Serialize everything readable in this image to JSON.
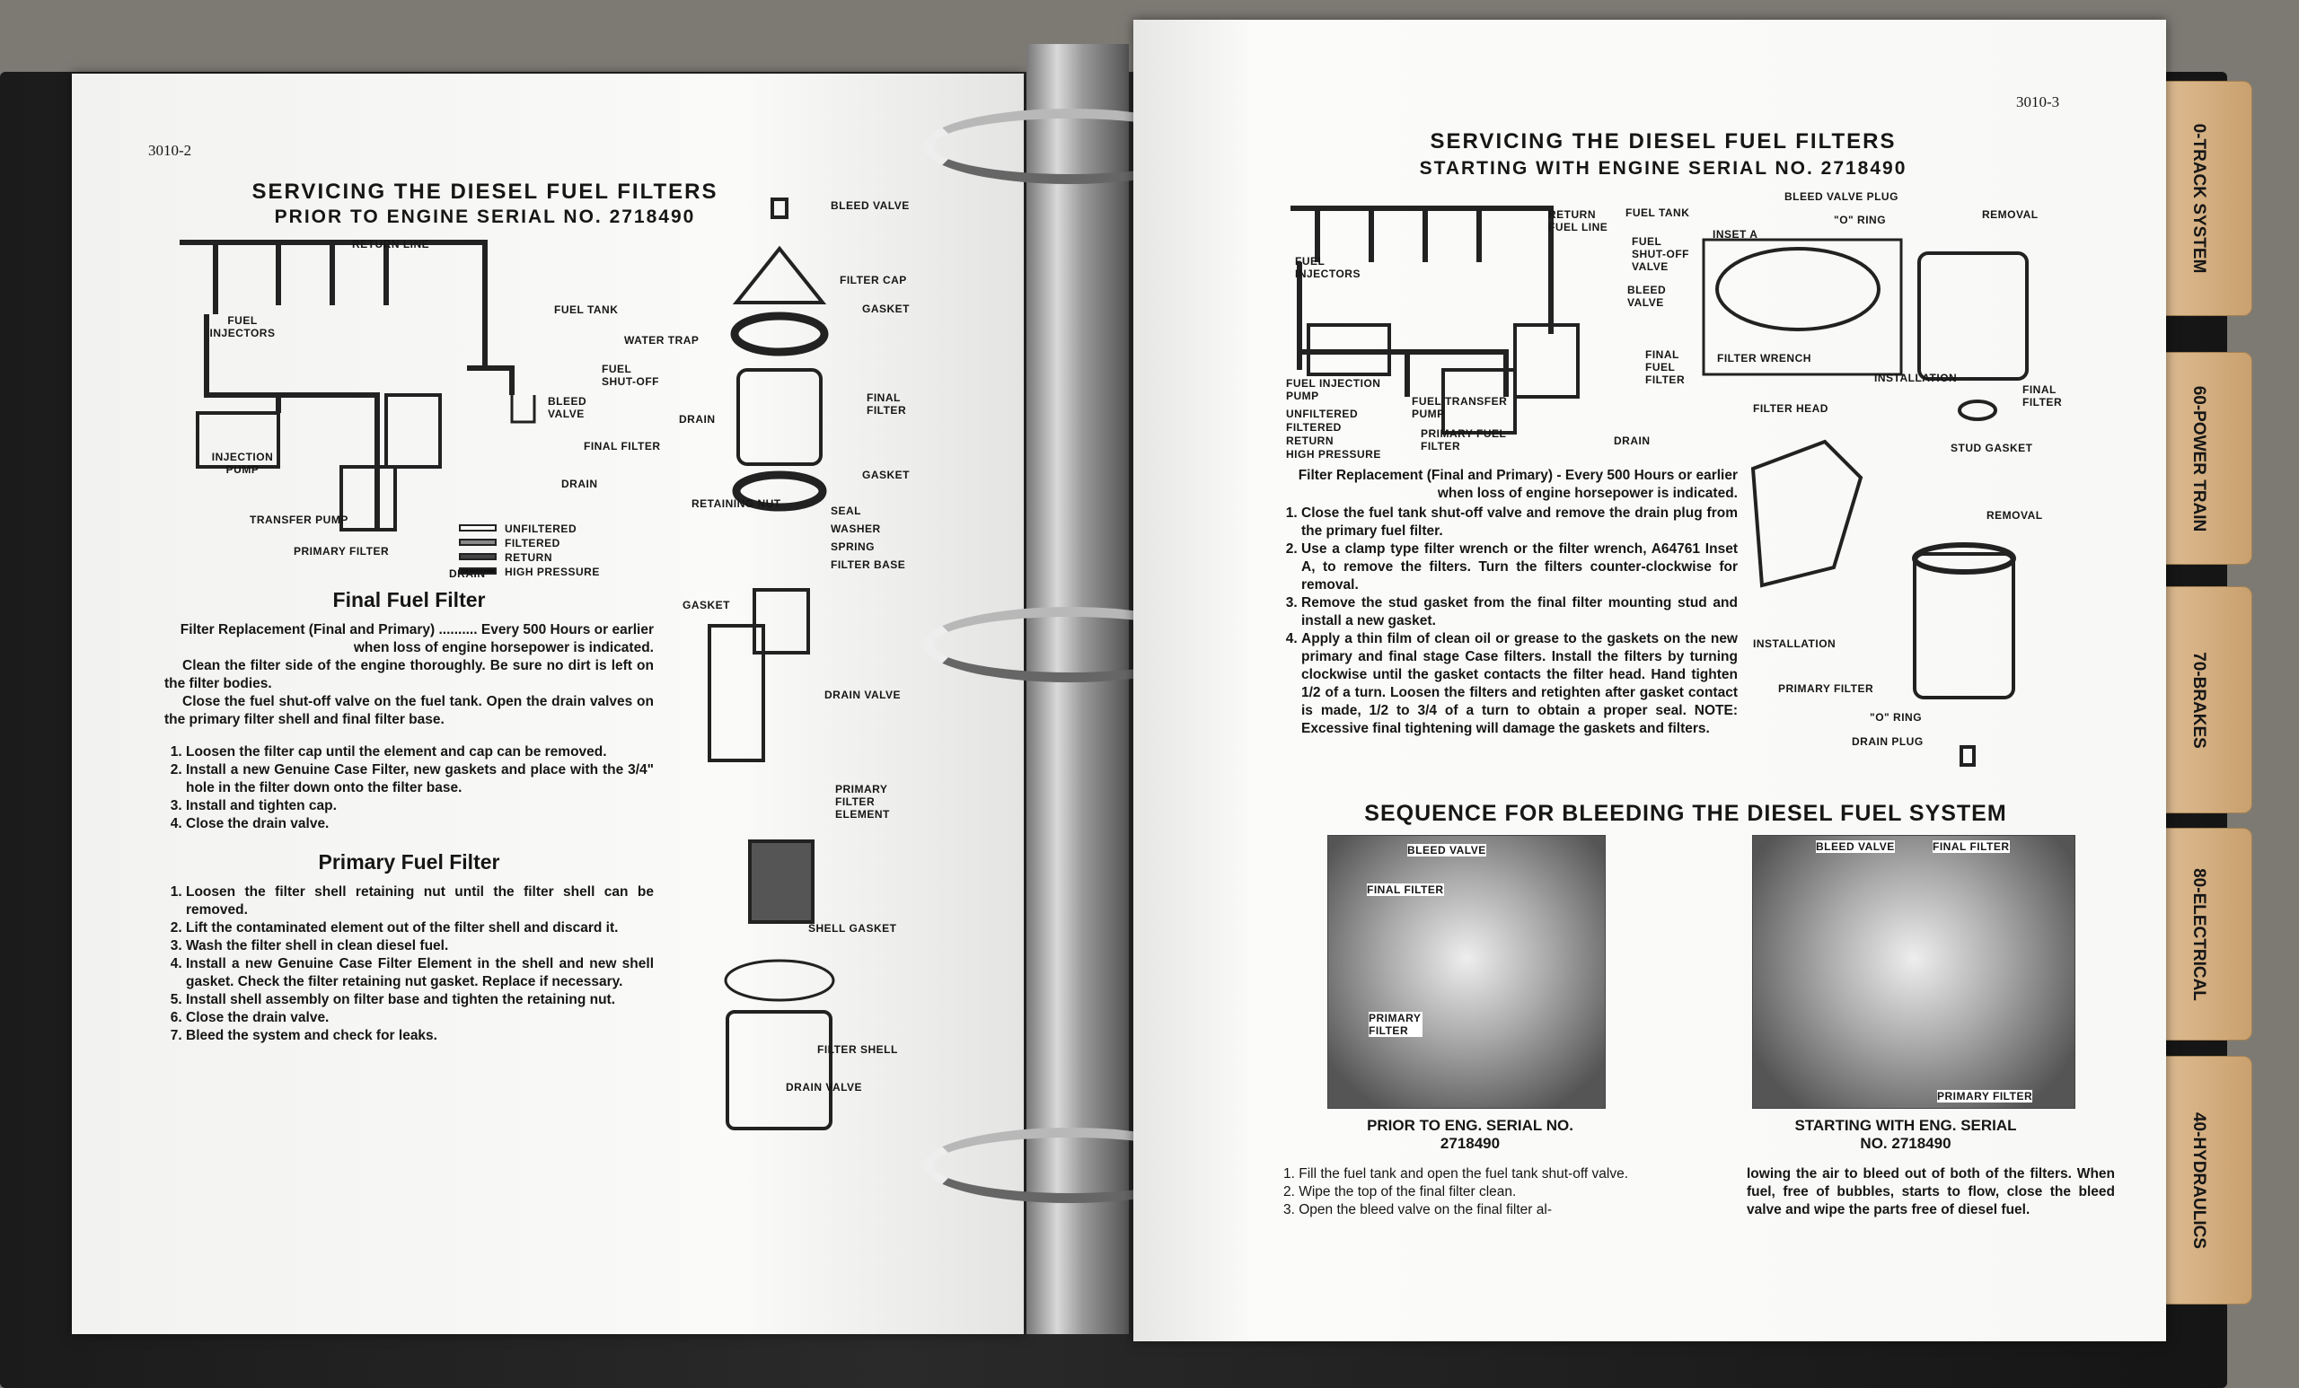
{
  "left_page": {
    "page_number": "3010-2",
    "title": "SERVICING THE DIESEL FUEL FILTERS",
    "subtitle": "PRIOR TO ENGINE SERIAL NO. 2718490",
    "diagram_labels": [
      "RETURN LINE",
      "FUEL INJECTORS",
      "FUEL TANK",
      "WATER TRAP",
      "FUEL SHUT-OFF",
      "BLEED VALVE",
      "DRAIN",
      "INJECTION PUMP",
      "FINAL FILTER",
      "DRAIN",
      "TRANSFER PUMP",
      "PRIMARY FILTER",
      "DRAIN"
    ],
    "legend": [
      "UNFILTERED",
      "FILTERED",
      "RETURN",
      "HIGH PRESSURE"
    ],
    "parts_labels": [
      "BLEED VALVE",
      "FILTER CAP",
      "GASKET",
      "FINAL FILTER",
      "GASKET",
      "RETAINING NUT",
      "SEAL",
      "WASHER",
      "SPRING",
      "FILTER BASE",
      "GASKET",
      "DRAIN VALVE",
      "PRIMARY FILTER ELEMENT",
      "SHELL GASKET",
      "FILTER SHELL",
      "DRAIN VALVE"
    ],
    "final_heading": "Final Fuel Filter",
    "final_intro": [
      "Filter Replacement (Final and Primary) .......... Every 500 Hours or earlier when loss of engine horsepower is indicated.",
      "Clean the filter side of the engine thoroughly. Be sure no dirt is left on the filter bodies.",
      "Close the fuel shut-off valve on the fuel tank. Open the drain valves on the primary filter shell and final filter base."
    ],
    "final_steps": [
      "Loosen the filter cap until the element and cap can be removed.",
      "Install a new Genuine Case Filter, new gaskets and place with the 3/4\" hole in the filter down onto the filter base.",
      "Install and tighten cap.",
      "Close the drain valve."
    ],
    "primary_heading": "Primary Fuel Filter",
    "primary_steps": [
      "Loosen the filter shell retaining nut until the filter shell can be removed.",
      "Lift the contaminated element out of the filter shell and discard it.",
      "Wash the filter shell in clean diesel fuel.",
      "Install a new Genuine Case Filter Element in the shell and new shell gasket. Check the filter retaining nut gasket. Replace if necessary.",
      "Install shell assembly on filter base and tighten the retaining nut.",
      "Close the drain valve.",
      "Bleed the system and check for leaks."
    ]
  },
  "right_page": {
    "page_number": "3010-3",
    "title": "SERVICING THE DIESEL FUEL FILTERS",
    "subtitle": "STARTING WITH ENGINE SERIAL NO. 2718490",
    "diagram_labels": [
      "FUEL TANK",
      "RETURN FUEL LINE",
      "FUEL SHUT-OFF VALVE",
      "BLEED VALVE",
      "FUEL INJECTORS",
      "FUEL INJECTION PUMP",
      "FUEL TRANSFER PUMP",
      "PRIMARY FUEL FILTER",
      "FINAL FUEL FILTER",
      "DRAIN"
    ],
    "legend": [
      "UNFILTERED",
      "FILTERED",
      "RETURN",
      "HIGH PRESSURE"
    ],
    "figure_labels": [
      "BLEED VALVE PLUG",
      "\"O\" RING",
      "REMOVAL",
      "INSET A",
      "FILTER WRENCH",
      "INSTALLATION",
      "FINAL FILTER",
      "FILTER HEAD",
      "STUD GASKET",
      "REMOVAL",
      "INSTALLATION",
      "PRIMARY FILTER",
      "\"O\" RING",
      "DRAIN PLUG"
    ],
    "intro": "Filter Replacement (Final and Primary) - Every 500 Hours or earlier when loss of engine horsepower is indicated.",
    "steps": [
      "Close the fuel tank shut-off valve and remove the drain plug from the primary fuel filter.",
      "Use a clamp type filter wrench or the filter wrench, A64761 Inset A, to remove the filters. Turn the filters counter-clockwise for removal.",
      "Remove the stud gasket from the final filter mounting stud and install a new gasket.",
      "Apply a thin film of clean oil or grease to the gaskets on the new primary and final stage Case filters. Install the filters by turning clockwise until the gasket contacts the filter head. Hand tighten 1/2 of a turn. Loosen the filters and retighten after gasket contact is made, 1/2 to 3/4 of a turn to obtain a proper seal. NOTE: Excessive final tightening will damage the gaskets and filters."
    ],
    "sequence_heading": "SEQUENCE FOR BLEEDING THE DIESEL FUEL SYSTEM",
    "photo_left": {
      "labels": [
        "BLEED VALVE",
        "FINAL FILTER",
        "PRIMARY FILTER"
      ],
      "caption": "PRIOR TO ENG. SERIAL NO. 2718490"
    },
    "photo_right": {
      "labels": [
        "BLEED VALVE",
        "FINAL FILTER",
        "PRIMARY FILTER"
      ],
      "caption": "STARTING WITH ENG. SERIAL NO. 2718490"
    },
    "bleed_steps_left": [
      "1. Fill the fuel tank and open the fuel tank shut-off valve.",
      "2. Wipe the top of the final filter clean.",
      "3. Open the bleed valve on the final filter al-"
    ],
    "bleed_text_right": "lowing the air to bleed out of both of the filters. When fuel, free of bubbles, starts to flow, close the bleed valve and wipe the parts free of diesel fuel."
  },
  "tabs": [
    "0-TRACK SYSTEM",
    "60-POWER TRAIN",
    "70-BRAKES",
    "80-ELECTRICAL",
    "40-HYDRAULICS"
  ]
}
